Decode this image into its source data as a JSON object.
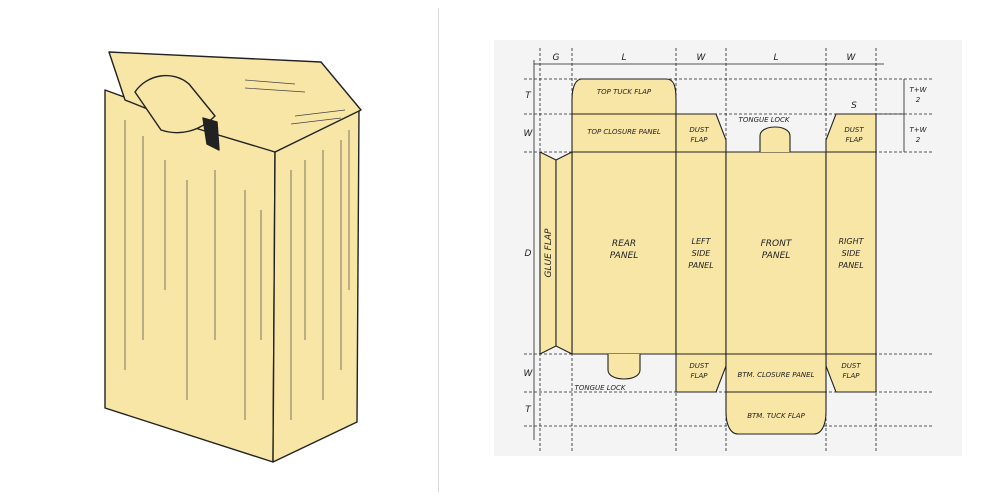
{
  "colors": {
    "cardboard": "#f8e6a6",
    "ink": "#222222",
    "panel_bg": "#f4f4f4",
    "divider": "#d8d8d8"
  },
  "dims": {
    "top_row": [
      "G",
      "L",
      "W",
      "L",
      "W"
    ],
    "left_col": [
      "T",
      "W",
      "D",
      "W",
      "T"
    ],
    "s": "S",
    "right_top_a": "T+W",
    "right_top_b": "2",
    "right_mid_a": "T+W",
    "right_mid_b": "2"
  },
  "labels": {
    "top_tuck_flap": "TOP TUCK FLAP",
    "top_closure_panel": "TOP CLOSURE PANEL",
    "dust_flap_top_left_1": "DUST",
    "dust_flap_top_left_2": "FLAP",
    "tongue_lock_top": "TONGUE LOCK",
    "dust_flap_top_right_1": "DUST",
    "dust_flap_top_right_2": "FLAP",
    "glue_flap": "GLUE FLAP",
    "rear_panel_1": "REAR",
    "rear_panel_2": "PANEL",
    "left_side_1": "LEFT",
    "left_side_2": "SIDE",
    "left_side_3": "PANEL",
    "front_panel_1": "FRONT",
    "front_panel_2": "PANEL",
    "right_side_1": "RIGHT",
    "right_side_2": "SIDE",
    "right_side_3": "PANEL",
    "tongue_lock_bottom": "TONGUE LOCK",
    "dust_flap_btm_left_1": "DUST",
    "dust_flap_btm_left_2": "FLAP",
    "btm_closure_panel": "BTM. CLOSURE PANEL",
    "dust_flap_btm_right_1": "DUST",
    "dust_flap_btm_right_2": "FLAP",
    "btm_tuck_flap": "BTM. TUCK FLAP"
  }
}
